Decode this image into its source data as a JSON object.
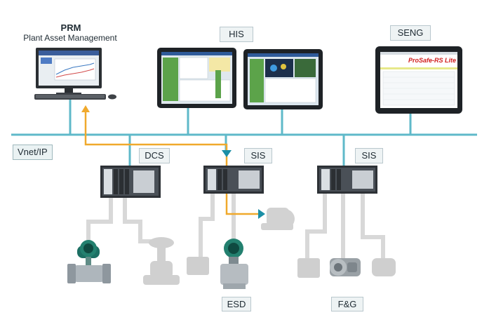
{
  "prm": {
    "title": "PRM",
    "subtitle": "Plant Asset Management"
  },
  "labels": {
    "his": "HIS",
    "seng": "SENG",
    "dcs": "DCS",
    "sis_1": "SIS",
    "sis_2": "SIS",
    "esd": "ESD",
    "fg": "F&G",
    "vnet": "Vnet/IP"
  },
  "seng_screen_brand": "ProSafe-RS Lite",
  "colors": {
    "network_line": "#5fb9c9",
    "field_wire": "#d8d8d8",
    "path_arrow": "#f0a92c",
    "arrow_head": "#1b8fa6"
  }
}
